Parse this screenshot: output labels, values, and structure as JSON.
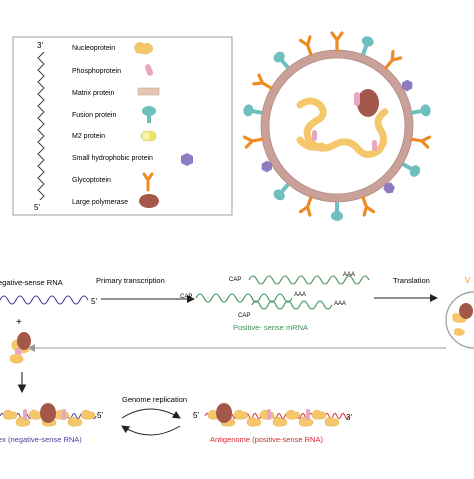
{
  "legend": {
    "items": [
      {
        "label": "Nucleoprotein",
        "icon": "nucleoprotein-icon",
        "color": "#f5c76a"
      },
      {
        "label": "Phosphoprotein",
        "icon": "phosphoprotein-icon",
        "color": "#e7a6c2"
      },
      {
        "label": "Matrix protein",
        "icon": "matrix-protein-icon",
        "color": "#e8c6b5"
      },
      {
        "label": "Fusion protein",
        "icon": "fusion-protein-icon",
        "color": "#6fbfbf"
      },
      {
        "label": "M2 protein",
        "icon": "m2-protein-icon",
        "color": "#f2e66a"
      },
      {
        "label": "Small hydrophobic protein",
        "icon": "small-hydrophobic-protein-icon",
        "color": "#8e7cc3"
      },
      {
        "label": "Glycoptotein",
        "icon": "glycoprotein-icon",
        "color": "#ef8b23"
      },
      {
        "label": "Large polymerase",
        "icon": "large-polymerase-icon",
        "color": "#a4584a"
      }
    ],
    "strand_top": "3'",
    "strand_bottom": "5'"
  },
  "cycle": {
    "neg_rna_label": "egative-sense RNA",
    "neg_rna_end": "5'",
    "primary_transcription": "Primary transcription",
    "mrna_label": "Positive- sense mRNA",
    "cap": "CAP",
    "polya": "AAA",
    "translation": "Translation",
    "virion_partial": "V",
    "plus": "+",
    "genome_replication": "Genome replication",
    "complex_label": "ex (negative-sense RNA)",
    "complex_end": "5'",
    "antigenome_start": "5'",
    "antigenome_end": "3'",
    "antigenome_label": "Antigenome (positive-sense RNA)"
  },
  "colors": {
    "neg_rna": "#4a3f9a",
    "mrna": "#3d8f55",
    "antigenome": "#d7272f",
    "arrow": "#222222",
    "membrane": "#caa198"
  }
}
